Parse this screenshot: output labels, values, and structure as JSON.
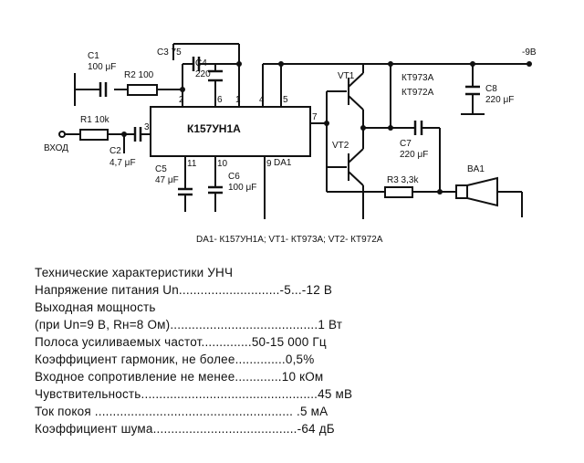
{
  "schematic": {
    "labels": {
      "c1": "C1",
      "c1_val": "100 μF",
      "r2": "R2 100",
      "c3": "C3 75",
      "c4": "C4",
      "c4_val": "220",
      "r1": "R1 10k",
      "input": "ВХОД",
      "c2": "C2",
      "c2_val": "4,7 μF",
      "c5": "C5",
      "c5_val": "47 μF",
      "c6": "C6",
      "c6_val": "100 μF",
      "ic": "К157УН1А",
      "da1": "DA1",
      "vt1": "VT1",
      "vt2": "VT2",
      "kt1": "КТ973А",
      "kt2": "КТ972А",
      "c8": "C8",
      "c8_val": "220 μF",
      "c7": "C7",
      "c7_val": "220 μF",
      "r3": "R3 3,3k",
      "ba1": "BA1",
      "supply": "-9В",
      "caption": "DA1- К157УН1А; VT1- КТ973А; VT2- КТ972А"
    },
    "pins": [
      "1",
      "2",
      "4",
      "5",
      "6",
      "7",
      "9",
      "10",
      "11",
      "3"
    ]
  },
  "specs": {
    "title": "Технические характеристики УНЧ",
    "rows": [
      "Напряжение питания Un............................-5...-12 В",
      "Выходная мощность",
      "(при Un=9 В, Rн=8 Ом).........................................1 Вт",
      "Полоса усиливаемых частот..............50-15 000 Гц",
      "Коэффициент гармоник, не более..............0,5%",
      "Входное сопротивление не менее.............10 кОм",
      "Чувствительность.................................................45 мВ",
      "Ток покоя ....................................................... .5 мА",
      "Коэффициент шума........................................-64 дБ"
    ]
  }
}
